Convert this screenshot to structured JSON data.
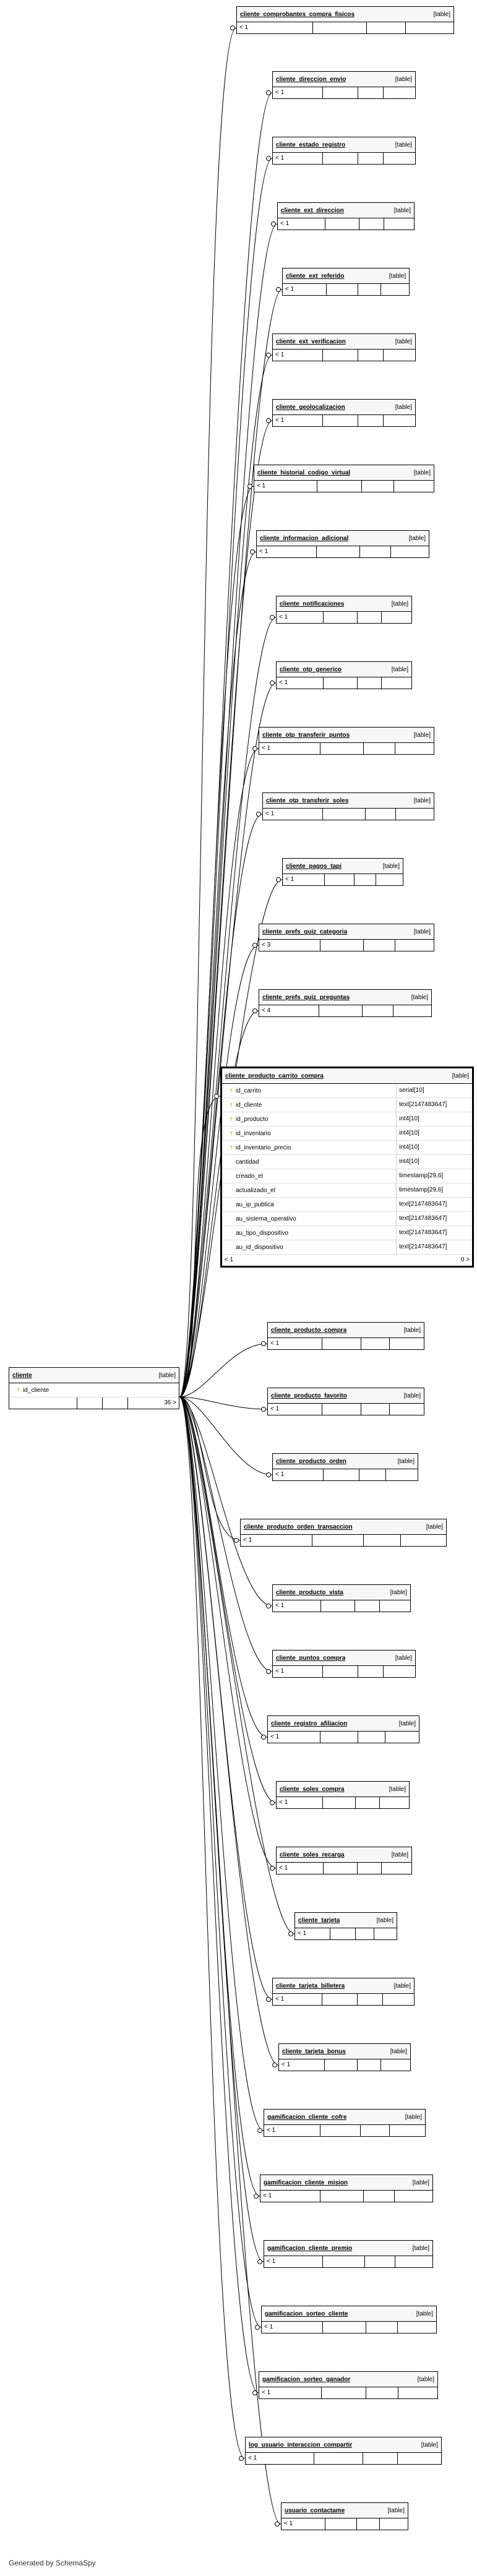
{
  "main_table": {
    "name": "cliente",
    "type": "[table]",
    "columns": [
      {
        "name": "id_cliente",
        "key": true
      }
    ],
    "footer": [
      "",
      "",
      "",
      "36 >"
    ]
  },
  "focus_table": {
    "name": "cliente_producto_carrito_compra",
    "type": "[table]",
    "columns": [
      {
        "name": "id_carrito",
        "type": "serial[10]",
        "key": true
      },
      {
        "name": "id_cliente",
        "type": "text[2147483647]",
        "key": true
      },
      {
        "name": "id_producto",
        "type": "int4[10]",
        "key": true
      },
      {
        "name": "id_inventario",
        "type": "int4[10]",
        "key": true
      },
      {
        "name": "id_inventario_precio",
        "type": "int4[10]",
        "key": true
      },
      {
        "name": "cantidad",
        "type": "int4[10]",
        "key": false
      },
      {
        "name": "creado_el",
        "type": "timestamp[29,6]",
        "key": false
      },
      {
        "name": "actualizado_el",
        "type": "timestamp[29,6]",
        "key": false
      },
      {
        "name": "au_ip_publica",
        "type": "text[2147483647]",
        "key": false
      },
      {
        "name": "au_sistema_operativo",
        "type": "text[2147483647]",
        "key": false
      },
      {
        "name": "au_tipo_dispositivo",
        "type": "text[2147483647]",
        "key": false
      },
      {
        "name": "au_id_dispositivo",
        "type": "text[2147483647]",
        "key": false
      }
    ],
    "footer_left": "< 1",
    "footer_right": "0 >"
  },
  "related_tables": [
    {
      "name": "cliente_comprobantes_compra_fisicos",
      "type": "[table]",
      "footer": "< 1"
    },
    {
      "name": "cliente_direccion_envio",
      "type": "[table]",
      "footer": "< 1"
    },
    {
      "name": "cliente_estado_registro",
      "type": "[table]",
      "footer": "< 1"
    },
    {
      "name": "cliente_ext_direccion",
      "type": "[table]",
      "footer": "< 1"
    },
    {
      "name": "cliente_ext_referido",
      "type": "[table]",
      "footer": "< 1"
    },
    {
      "name": "cliente_ext_verificacion",
      "type": "[table]",
      "footer": "< 1"
    },
    {
      "name": "cliente_geolocalizacion",
      "type": "[table]",
      "footer": "< 1"
    },
    {
      "name": "cliente_historial_codigo_virtual",
      "type": "[table]",
      "footer": "< 1"
    },
    {
      "name": "cliente_informacion_adicional",
      "type": "[table]",
      "footer": "< 1"
    },
    {
      "name": "cliente_notificaciones",
      "type": "[table]",
      "footer": "< 1"
    },
    {
      "name": "cliente_otp_generico",
      "type": "[table]",
      "footer": "< 1"
    },
    {
      "name": "cliente_otp_transferir_puntos",
      "type": "[table]",
      "footer": "< 1"
    },
    {
      "name": "cliente_otp_transferir_soles",
      "type": "[table]",
      "footer": "< 1"
    },
    {
      "name": "cliente_pagos_tapi",
      "type": "[table]",
      "footer": "< 1"
    },
    {
      "name": "cliente_prefs_quiz_categoria",
      "type": "[table]",
      "footer": "< 3"
    },
    {
      "name": "cliente_prefs_quiz_preguntas",
      "type": "[table]",
      "footer": "< 4"
    },
    {
      "name": "cliente_producto_compra",
      "type": "[table]",
      "footer": "< 1"
    },
    {
      "name": "cliente_producto_favorito",
      "type": "[table]",
      "footer": "< 1"
    },
    {
      "name": "cliente_producto_orden",
      "type": "[table]",
      "footer": "< 1"
    },
    {
      "name": "cliente_producto_orden_transaccion",
      "type": "[table]",
      "footer": "< 1"
    },
    {
      "name": "cliente_producto_vista",
      "type": "[table]",
      "footer": "< 1"
    },
    {
      "name": "cliente_puntos_compra",
      "type": "[table]",
      "footer": "< 1"
    },
    {
      "name": "cliente_registro_afiliacion",
      "type": "[table]",
      "footer": "< 1"
    },
    {
      "name": "cliente_soles_compra",
      "type": "[table]",
      "footer": "< 1"
    },
    {
      "name": "cliente_soles_recarga",
      "type": "[table]",
      "footer": "< 1"
    },
    {
      "name": "cliente_tarjeta",
      "type": "[table]",
      "footer": "< 1"
    },
    {
      "name": "cliente_tarjeta_billetera",
      "type": "[table]",
      "footer": "< 1"
    },
    {
      "name": "cliente_tarjeta_bonus",
      "type": "[table]",
      "footer": "< 1"
    },
    {
      "name": "gamificacion_cliente_cofre",
      "type": "[table]",
      "footer": "< 1"
    },
    {
      "name": "gamificacion_cliente_mision",
      "type": "[table]",
      "footer": "< 1"
    },
    {
      "name": "gamificacion_cliente_premio",
      "type": "[table]",
      "footer": "< 1"
    },
    {
      "name": "gamificacion_sorteo_cliente",
      "type": "[table]",
      "footer": "< 1"
    },
    {
      "name": "gamificacion_sorteo_ganador",
      "type": "[table]",
      "footer": "< 1"
    },
    {
      "name": "log_usuario_interaccion_compartir",
      "type": "[table]",
      "footer": "< 1"
    },
    {
      "name": "usuario_contactame",
      "type": "[table]",
      "footer": "< 1"
    }
  ],
  "footer_note": "Generated by SchemaSpy"
}
